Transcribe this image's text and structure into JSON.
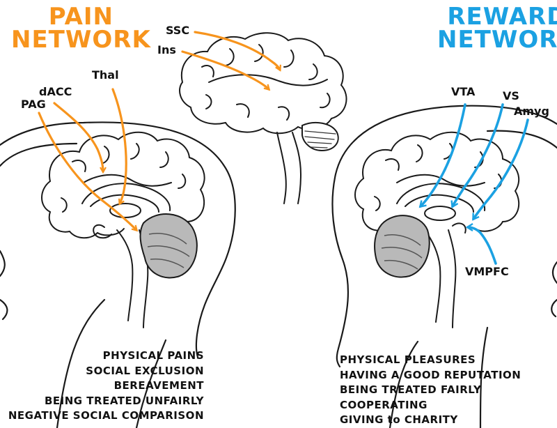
{
  "pain": {
    "title_line1": "PAIN",
    "title_line2": "NETWORK",
    "color": "#f7941d",
    "labels": {
      "pag": "PAG",
      "dacc": "dACC",
      "thal": "Thal",
      "ssc": "SSC",
      "ins": "Ins"
    },
    "items": [
      "PHYSICAL PAINS",
      "SOCIAL EXCLUSION",
      "BEREAVEMENT",
      "BEING TREATED UNFAIRLY",
      "NEGATIVE SOCIAL COMPARISON"
    ]
  },
  "reward": {
    "title_line1": "REWARD",
    "title_line2": "NETWORK",
    "color": "#1ba1e2",
    "labels": {
      "vta": "VTA",
      "vs": "VS",
      "amyg": "Amyg",
      "vmpfc": "VMPFC"
    },
    "items": [
      "PHYSICAL PLEASURES",
      "HAVING A GOOD REPUTATION",
      "BEING TREATED FAIRLY",
      "COOPERATING",
      "GIVING to CHARITY"
    ]
  }
}
